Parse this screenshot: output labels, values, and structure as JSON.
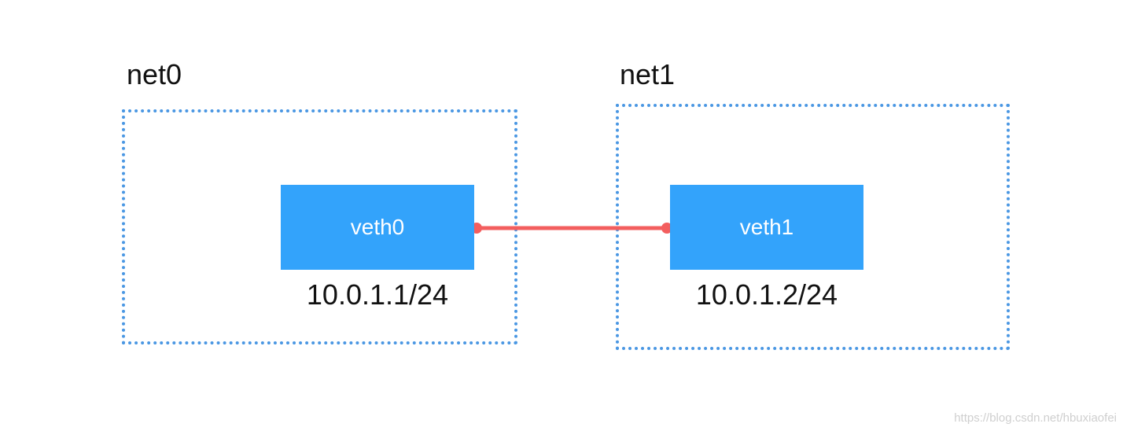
{
  "namespaces": [
    {
      "label": "net0"
    },
    {
      "label": "net1"
    }
  ],
  "interfaces": [
    {
      "label": "veth0",
      "ip": "10.0.1.1/24"
    },
    {
      "label": "veth1",
      "ip": "10.0.1.2/24"
    }
  ],
  "watermark": "https://blog.csdn.net/hbuxiaofei",
  "colors": {
    "namespace_border": "#4a97e3",
    "interface_fill": "#33a3fb",
    "interface_text": "#ffffff",
    "link": "#f35e5e",
    "text": "#111111"
  }
}
